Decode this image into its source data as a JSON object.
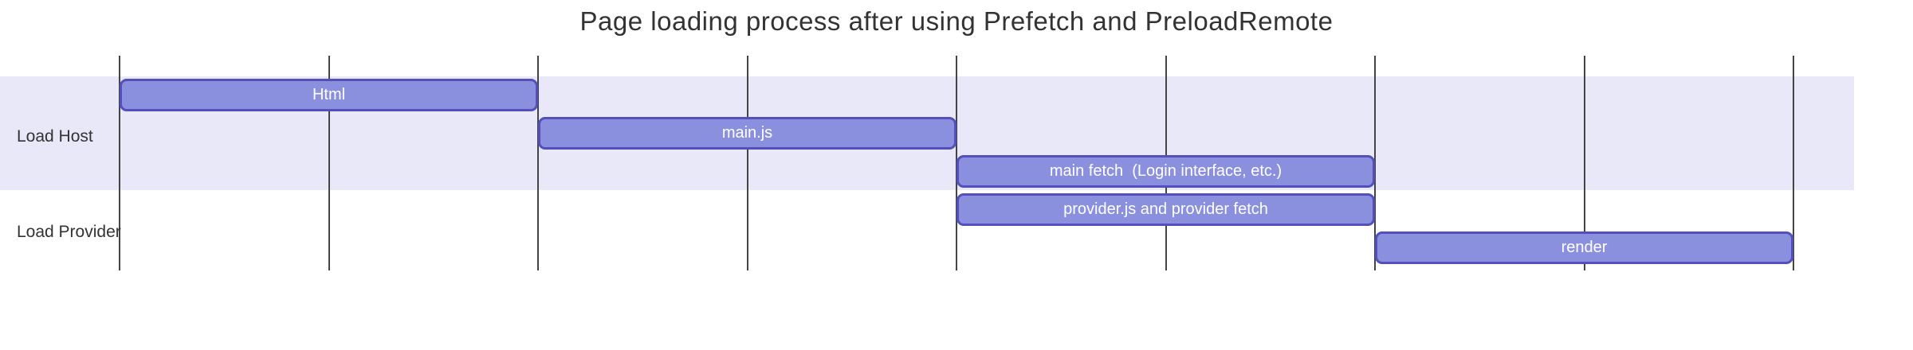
{
  "chart_data": {
    "type": "gantt",
    "title": "Page loading process after using Prefetch and PreloadRemote",
    "x_axis": {
      "tick_count": 9,
      "tick_labels_visible": false,
      "grid": true
    },
    "sections": [
      {
        "name": "Load Host",
        "tasks": [
          {
            "label": "Html",
            "start": 0,
            "end": 2
          },
          {
            "label": "main.js",
            "start": 2,
            "end": 4
          },
          {
            "label": "main fetch  (Login interface, etc.)",
            "start": 4,
            "end": 6
          }
        ]
      },
      {
        "name": "Load Provider",
        "tasks": [
          {
            "label": "provider.js and provider fetch",
            "start": 4,
            "end": 6
          },
          {
            "label": "render",
            "start": 6,
            "end": 8
          }
        ]
      }
    ],
    "colors": {
      "task_fill": "#8a90dd",
      "task_border": "#534fbc",
      "task_text": "#ffffff",
      "section_band_colors": [
        "#e8e8f8",
        "transparent"
      ],
      "grid_line": "#444444",
      "text": "#333333"
    }
  }
}
